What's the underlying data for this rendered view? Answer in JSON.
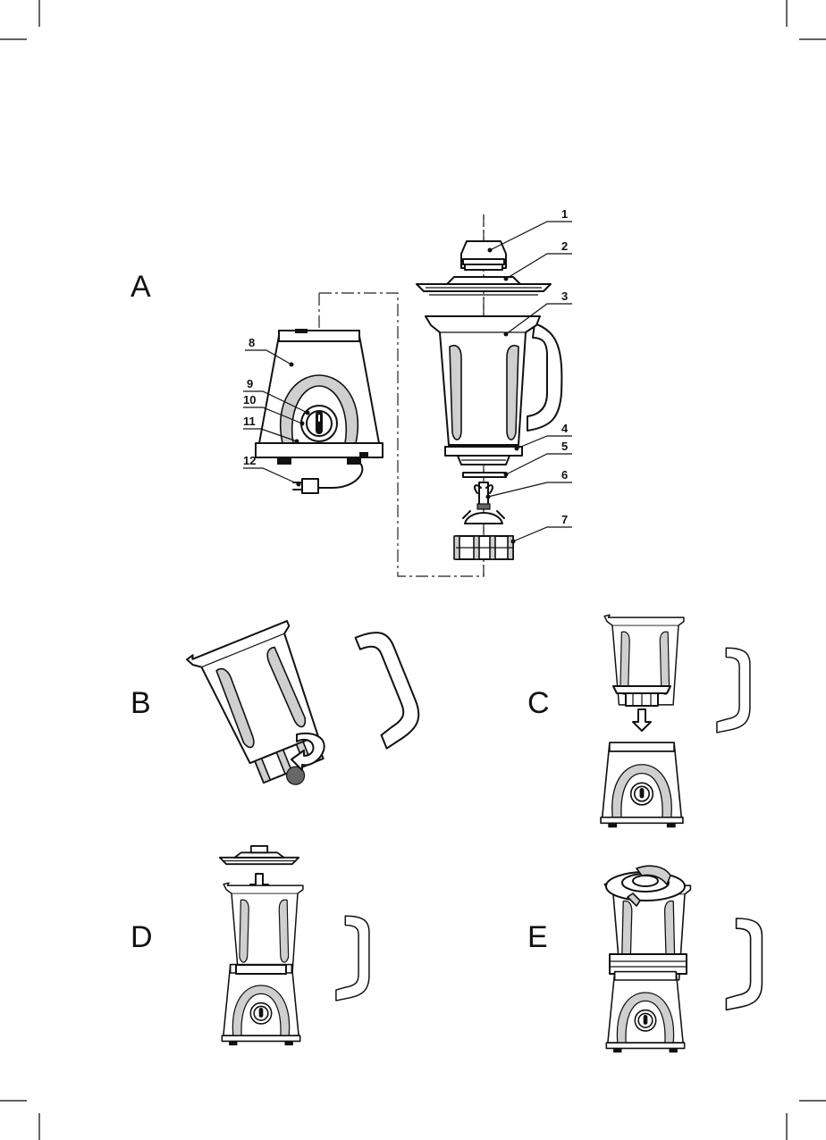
{
  "panels": {
    "a": "A",
    "b": "B",
    "c": "C",
    "d": "D",
    "e": "E"
  },
  "callouts": [
    {
      "id": "1",
      "label": "1"
    },
    {
      "id": "2",
      "label": "2"
    },
    {
      "id": "3",
      "label": "3"
    },
    {
      "id": "4",
      "label": "4"
    },
    {
      "id": "5",
      "label": "5"
    },
    {
      "id": "6",
      "label": "6"
    },
    {
      "id": "7",
      "label": "7"
    },
    {
      "id": "8",
      "label": "8"
    },
    {
      "id": "9",
      "label": "9"
    },
    {
      "id": "10",
      "label": "10"
    },
    {
      "id": "11",
      "label": "11"
    },
    {
      "id": "12",
      "label": "12"
    }
  ]
}
